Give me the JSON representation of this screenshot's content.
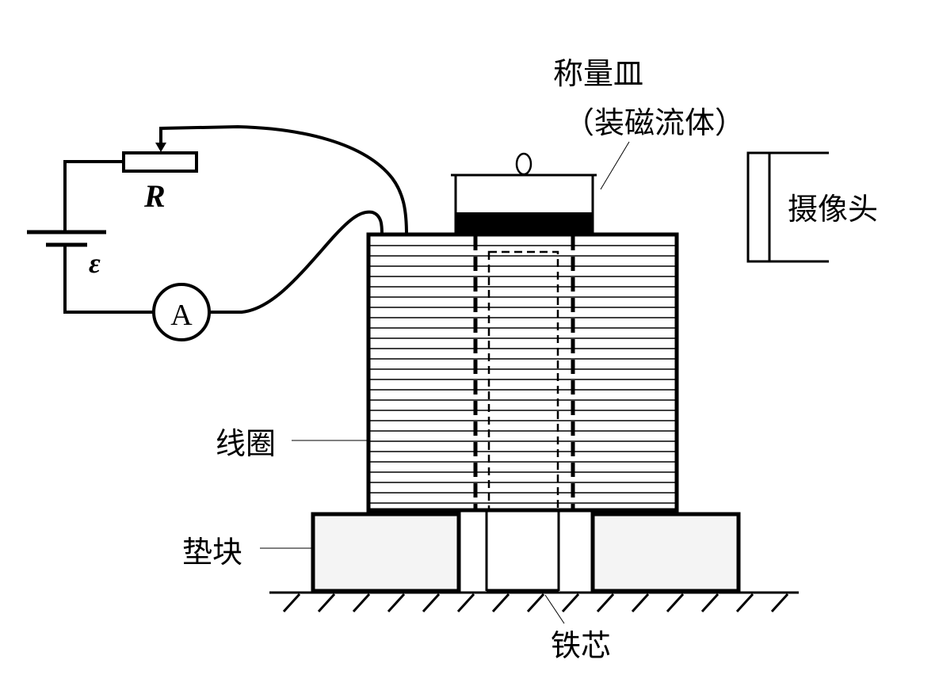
{
  "diagram": {
    "description": "Experimental setup: coil with iron core on blocks, weighing dish containing magnetic fluid, camera, circuit with battery, rheostat and ammeter",
    "circuit": {
      "rheostat_label": "R",
      "emf_label": "ε",
      "ammeter_label": "A"
    },
    "labels": {
      "dish": "称量皿",
      "dish_contents": "（装磁流体）",
      "camera": "摄像头",
      "coil": "线圈",
      "block": "垫块",
      "iron_core": "铁芯"
    },
    "colors": {
      "stroke": "#000000",
      "block_fill": "#f4f4f4",
      "fluid_fill": "#000000",
      "background": "#ffffff"
    }
  }
}
